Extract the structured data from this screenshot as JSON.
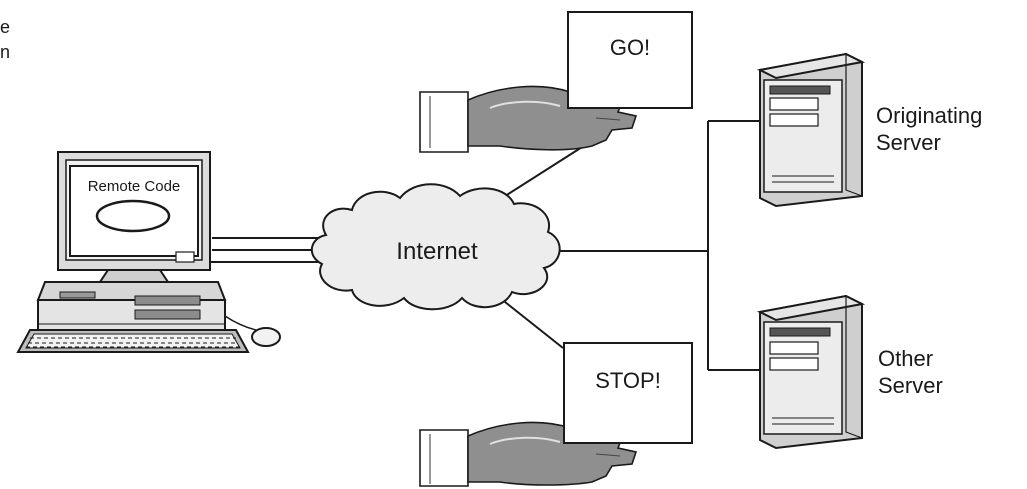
{
  "edge_text": {
    "line1": "e",
    "line2": "n"
  },
  "computer": {
    "screen_label": "Remote Code"
  },
  "network": {
    "cloud_label": "Internet"
  },
  "signs": {
    "go_label": "GO!",
    "stop_label": "STOP!"
  },
  "servers": {
    "originating": {
      "line1": "Originating",
      "line2": "Server"
    },
    "other": {
      "line1": "Other",
      "line2": "Server"
    }
  }
}
